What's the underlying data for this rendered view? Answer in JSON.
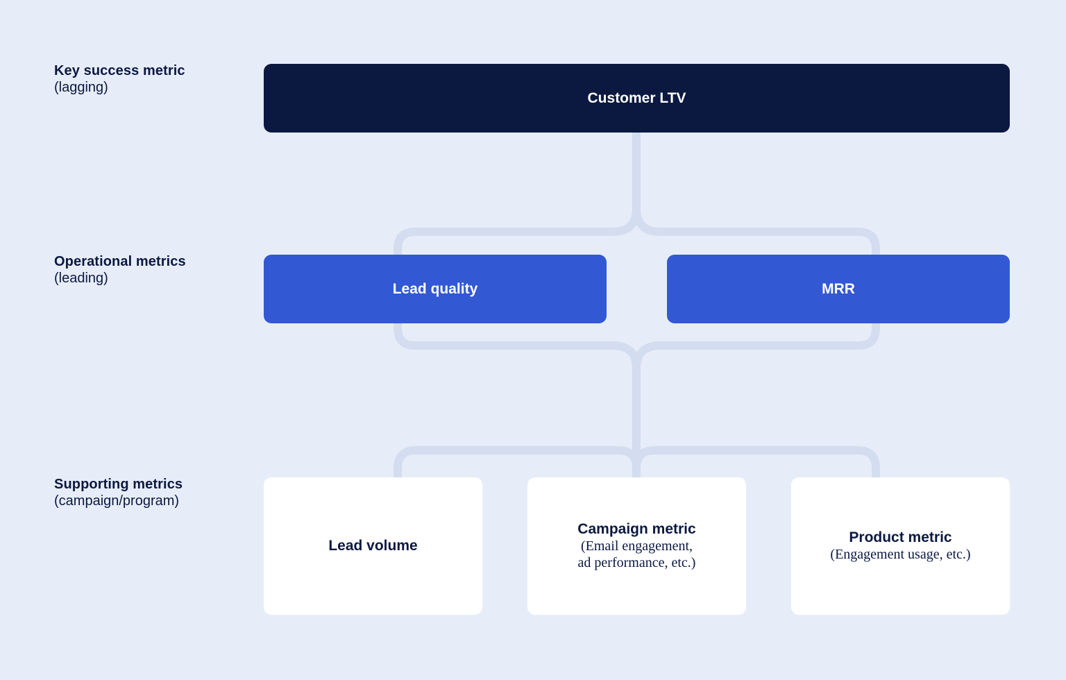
{
  "levels": {
    "key": {
      "title": "Key success metric",
      "subtitle": "(lagging)"
    },
    "operational": {
      "title": "Operational metrics",
      "subtitle": "(leading)"
    },
    "supporting": {
      "title": "Supporting metrics",
      "subtitle": "(campaign/program)"
    }
  },
  "nodes": {
    "customer_ltv": {
      "title": "Customer LTV"
    },
    "lead_quality": {
      "title": "Lead quality"
    },
    "mrr": {
      "title": "MRR"
    },
    "lead_volume": {
      "title": "Lead volume"
    },
    "campaign_metric": {
      "title": "Campaign metric",
      "subtitle": "(Email engagement,\nad performance, etc.)"
    },
    "product_metric": {
      "title": "Product metric",
      "subtitle": "(Engagement usage, etc.)"
    }
  },
  "colors": {
    "background": "#e7edf8",
    "connector": "#d3ddef",
    "dark_box": "#0b1840",
    "blue_box": "#3358d4",
    "white_box": "#ffffff",
    "text_dark": "#0b1840"
  }
}
